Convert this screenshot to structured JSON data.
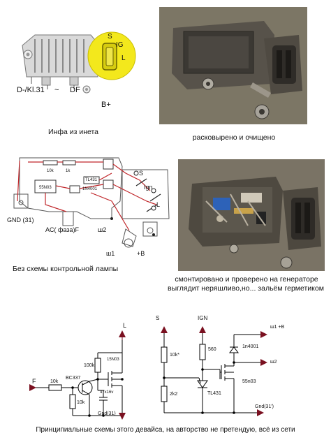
{
  "captions": {
    "info": "Инфа из инета",
    "disassembled": "расковырено и очищено",
    "no_lamp": "Без схемы контрольной лампы",
    "mounted_line1": "смонтировано и проверено на генераторе",
    "mounted_line2": "выглядит неряшливо,но... зальём герметиком",
    "schematics": "Принципиальные схемы этого девайса, на авторство не претендую, всё из сети"
  },
  "regulator_drawing": {
    "pin_s": "S",
    "pin_ig": "IG",
    "pin_l": "L",
    "terminal_d": "D-/Kl.31",
    "terminal_tilde": "~",
    "terminal_df": "DF",
    "terminal_bplus": "B+"
  },
  "wiring_sketch": {
    "gnd": "GND (31)",
    "ac": "AC( фаза)F",
    "w2": "ш2",
    "w1": "ш1",
    "bplus": "+B",
    "s": "S",
    "ign": "Ign",
    "l": "L",
    "r1": "10k",
    "r2": "1k",
    "ic": "TL431",
    "fet": "55N03",
    "diode": "1N4001"
  },
  "schematic_left": {
    "l": "L",
    "f": "F",
    "r_in": "10k",
    "r_top": "100k",
    "r_bottom": "10k",
    "transistor": "BC337",
    "fet": "15N03",
    "cap": "47x16v",
    "gnd": "Gnd(31)"
  },
  "schematic_right": {
    "s": "S",
    "ign": "IGN",
    "w1": "ш1 +B",
    "w2": "ш2",
    "r_top": "10k*",
    "r_bottom": "2k2",
    "r_560": "560",
    "diode": "1n4001",
    "fet": "55n03",
    "ic": "TL431",
    "gnd": "Gnd(31')"
  }
}
